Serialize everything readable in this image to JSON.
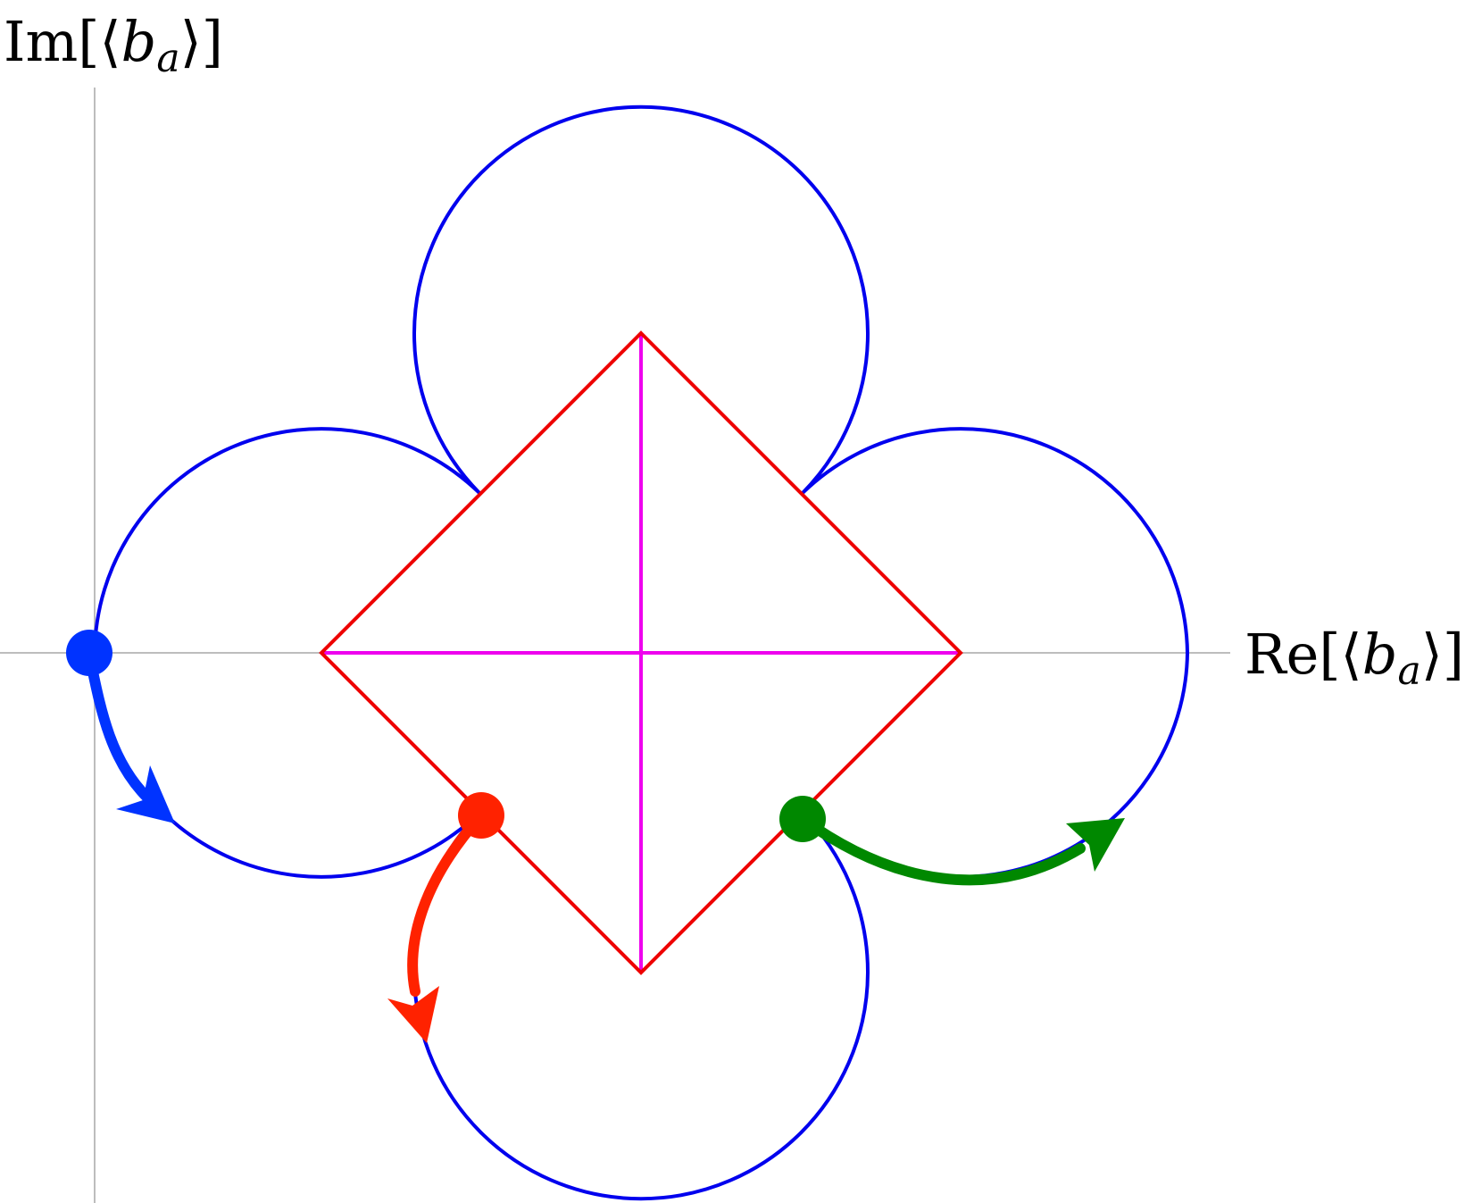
{
  "diagram": {
    "axes": {
      "x_label": {
        "prefix": "Re[⟨",
        "var": "b",
        "sub": "a",
        "suffix": "⟩]"
      },
      "y_label": {
        "prefix": "Im[⟨",
        "var": "b",
        "sub": "a",
        "suffix": "⟩]"
      },
      "axis_color": "#bdbdbd"
    },
    "colors": {
      "circle": "#0000ee",
      "square": "#ee0000",
      "cross": "#ee00ee",
      "blue_arrow": "#0033ff",
      "red_arrow": "#ff2200",
      "green_arrow": "#008800"
    },
    "elements": {
      "circles": [
        "top-circle",
        "left-circle",
        "right-circle",
        "bottom-circle"
      ],
      "square": "red-diamond",
      "cross": [
        "horizontal-diagonal",
        "vertical-diagonal"
      ],
      "trajectories": [
        {
          "name": "blue-trajectory",
          "color": "blue"
        },
        {
          "name": "red-trajectory",
          "color": "red"
        },
        {
          "name": "green-trajectory",
          "color": "green"
        }
      ]
    }
  }
}
